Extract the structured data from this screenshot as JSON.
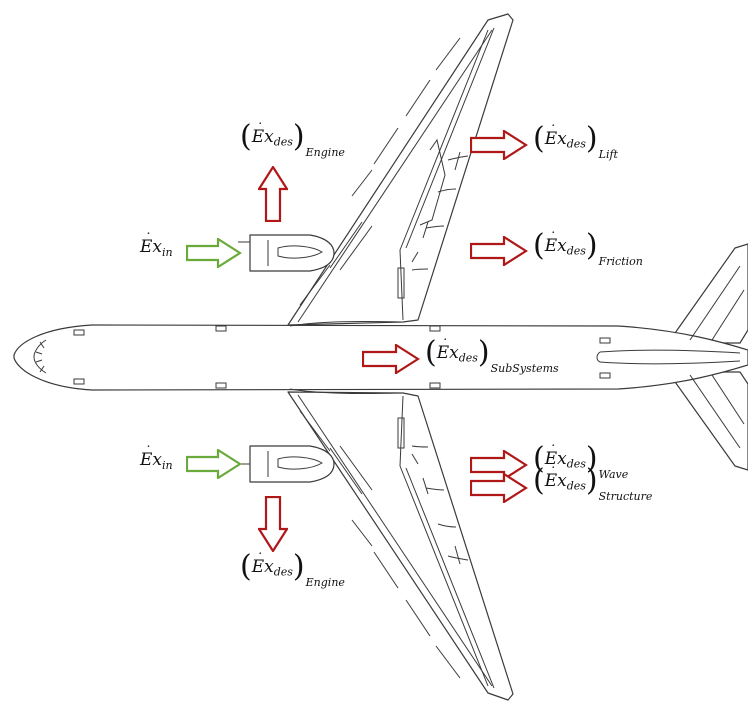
{
  "colors": {
    "outline": "#3a3a3a",
    "input_arrow": "#6aaa3a",
    "output_arrow": "#b01818"
  },
  "symbols": {
    "exergy": "Ex",
    "destroyed": "des",
    "input": "in"
  },
  "labels": {
    "input_top": "in",
    "input_bottom": "in",
    "engine_top": "Engine",
    "engine_bottom": "Engine",
    "lift": "Lift",
    "friction": "Friction",
    "subsystems": "SubSystems",
    "wave": "Wave",
    "structure": "Structure"
  }
}
